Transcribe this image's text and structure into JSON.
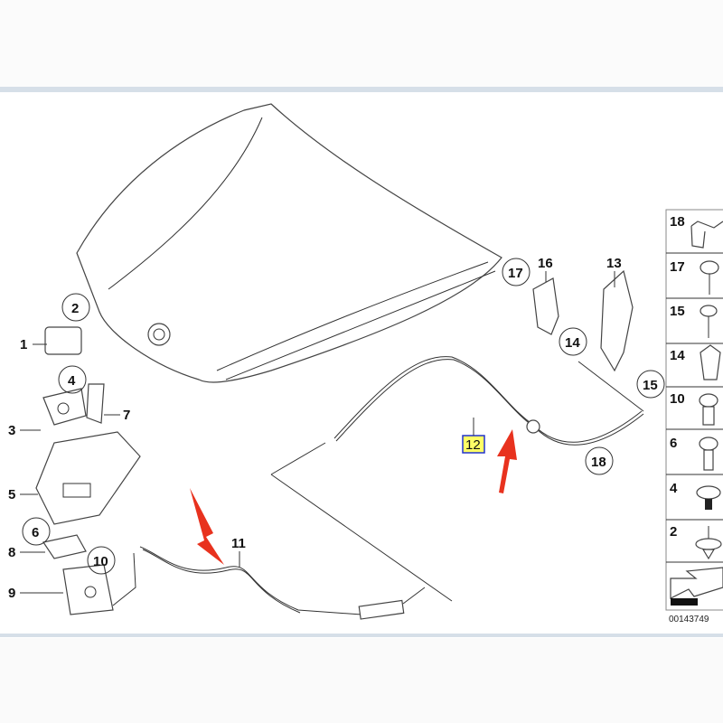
{
  "diagram": {
    "title_code": "00143749",
    "highlighted_part": "12",
    "highlight_color": "#ffff66",
    "arrow_color": "#e8321e",
    "callouts": [
      "1",
      "2",
      "3",
      "4",
      "5",
      "6",
      "7",
      "8",
      "9",
      "10",
      "11",
      "12",
      "13",
      "14",
      "15",
      "16",
      "17",
      "18"
    ],
    "legend_items": [
      "18",
      "17",
      "15",
      "14",
      "10",
      "6",
      "4",
      "2"
    ]
  }
}
